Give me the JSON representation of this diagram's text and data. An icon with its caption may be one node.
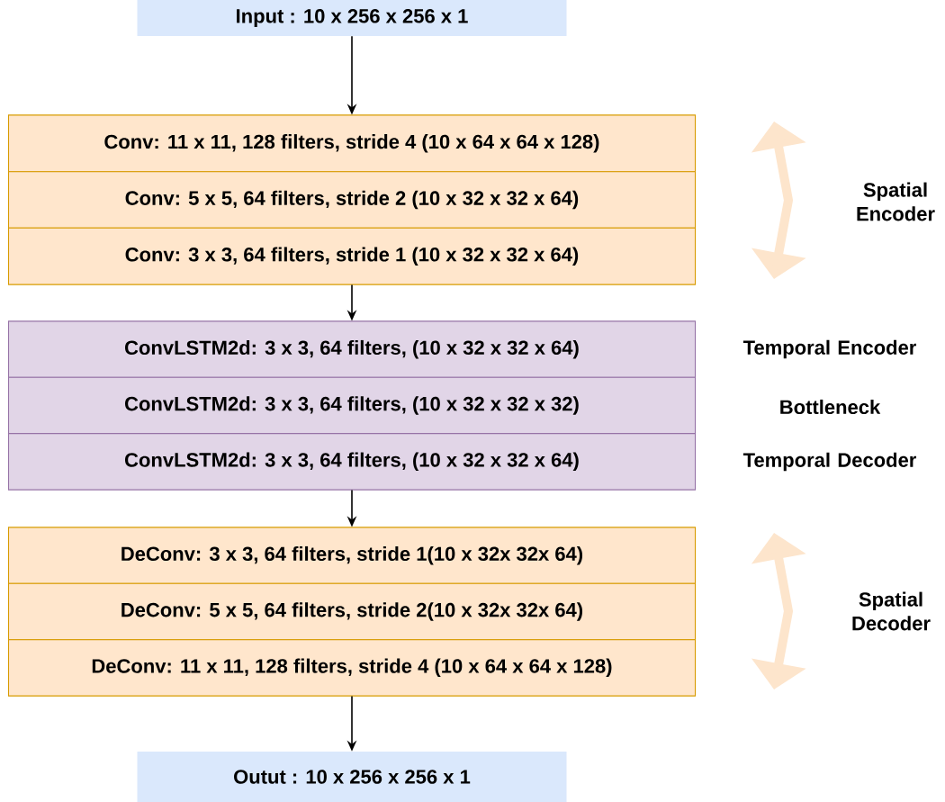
{
  "diagram": {
    "nodes": [
      {
        "text": [
          "Input : 10 x 256 x 256 x 1"
        ]
      },
      {
        "text": [],
        "shape": "box"
      },
      {
        "text": [
          "Conv: 11 x 11, 128 filters, stride 4 (10 x 64 x 64 x 128)"
        ],
        "in": 1
      },
      {
        "text": [
          "Conv: 5 x 5, 64 filters, stride 2 (10 x 32 x 32 x 64)"
        ],
        "in": 1
      },
      {
        "text": [
          "Conv: 3 x 3, 64 filters, stride 1 (10 x 32 x 32 x 64)"
        ],
        "in": 1
      },
      {
        "text": [],
        "shape": "box"
      },
      {
        "text": [
          "ConvLSTM2d: 3 x 3, 64 filters, (10 x 32 x 32 x 64)"
        ],
        "in": 5
      },
      {
        "text": [
          "ConvLSTM2d: 3 x 3, 64 filters, (10 x 32 x 32 x 32)"
        ],
        "in": 5
      },
      {
        "text": [
          "ConvLSTM2d: 3 x 3, 64 filters, (10 x 32 x 32 x 64)"
        ],
        "in": 5
      },
      {
        "text": [],
        "shape": "box"
      },
      {
        "text": [
          "DeConv: 3 x 3, 64 filters, stride 1(10 x 32x 32x 64)"
        ],
        "in": 9
      },
      {
        "text": [
          "DeConv: 5 x 5, 64 filters, stride 2(10 x 32x 32x 64)"
        ],
        "in": 9
      },
      {
        "text": [
          "DeConv: 11 x 11, 128 filters, stride 4 (10 x 64 x 64 x 128)"
        ],
        "in": 9
      },
      {
        "text": [
          "Outut : 10 x 256 x 256 x 1"
        ]
      }
    ],
    "edges": [
      {
        "from": 0,
        "to": 1,
        "arrow": "to"
      },
      {
        "from": 1,
        "to": 5,
        "arrow": "to"
      },
      {
        "from": 5,
        "to": 9,
        "arrow": "to"
      },
      {
        "from": 9,
        "to": 13,
        "arrow": "to"
      }
    ],
    "labels": [
      "Spatial Encoder",
      "Temporal Encoder",
      "Bottleneck",
      "Temporal Decoder",
      "Spatial Decoder"
    ]
  }
}
